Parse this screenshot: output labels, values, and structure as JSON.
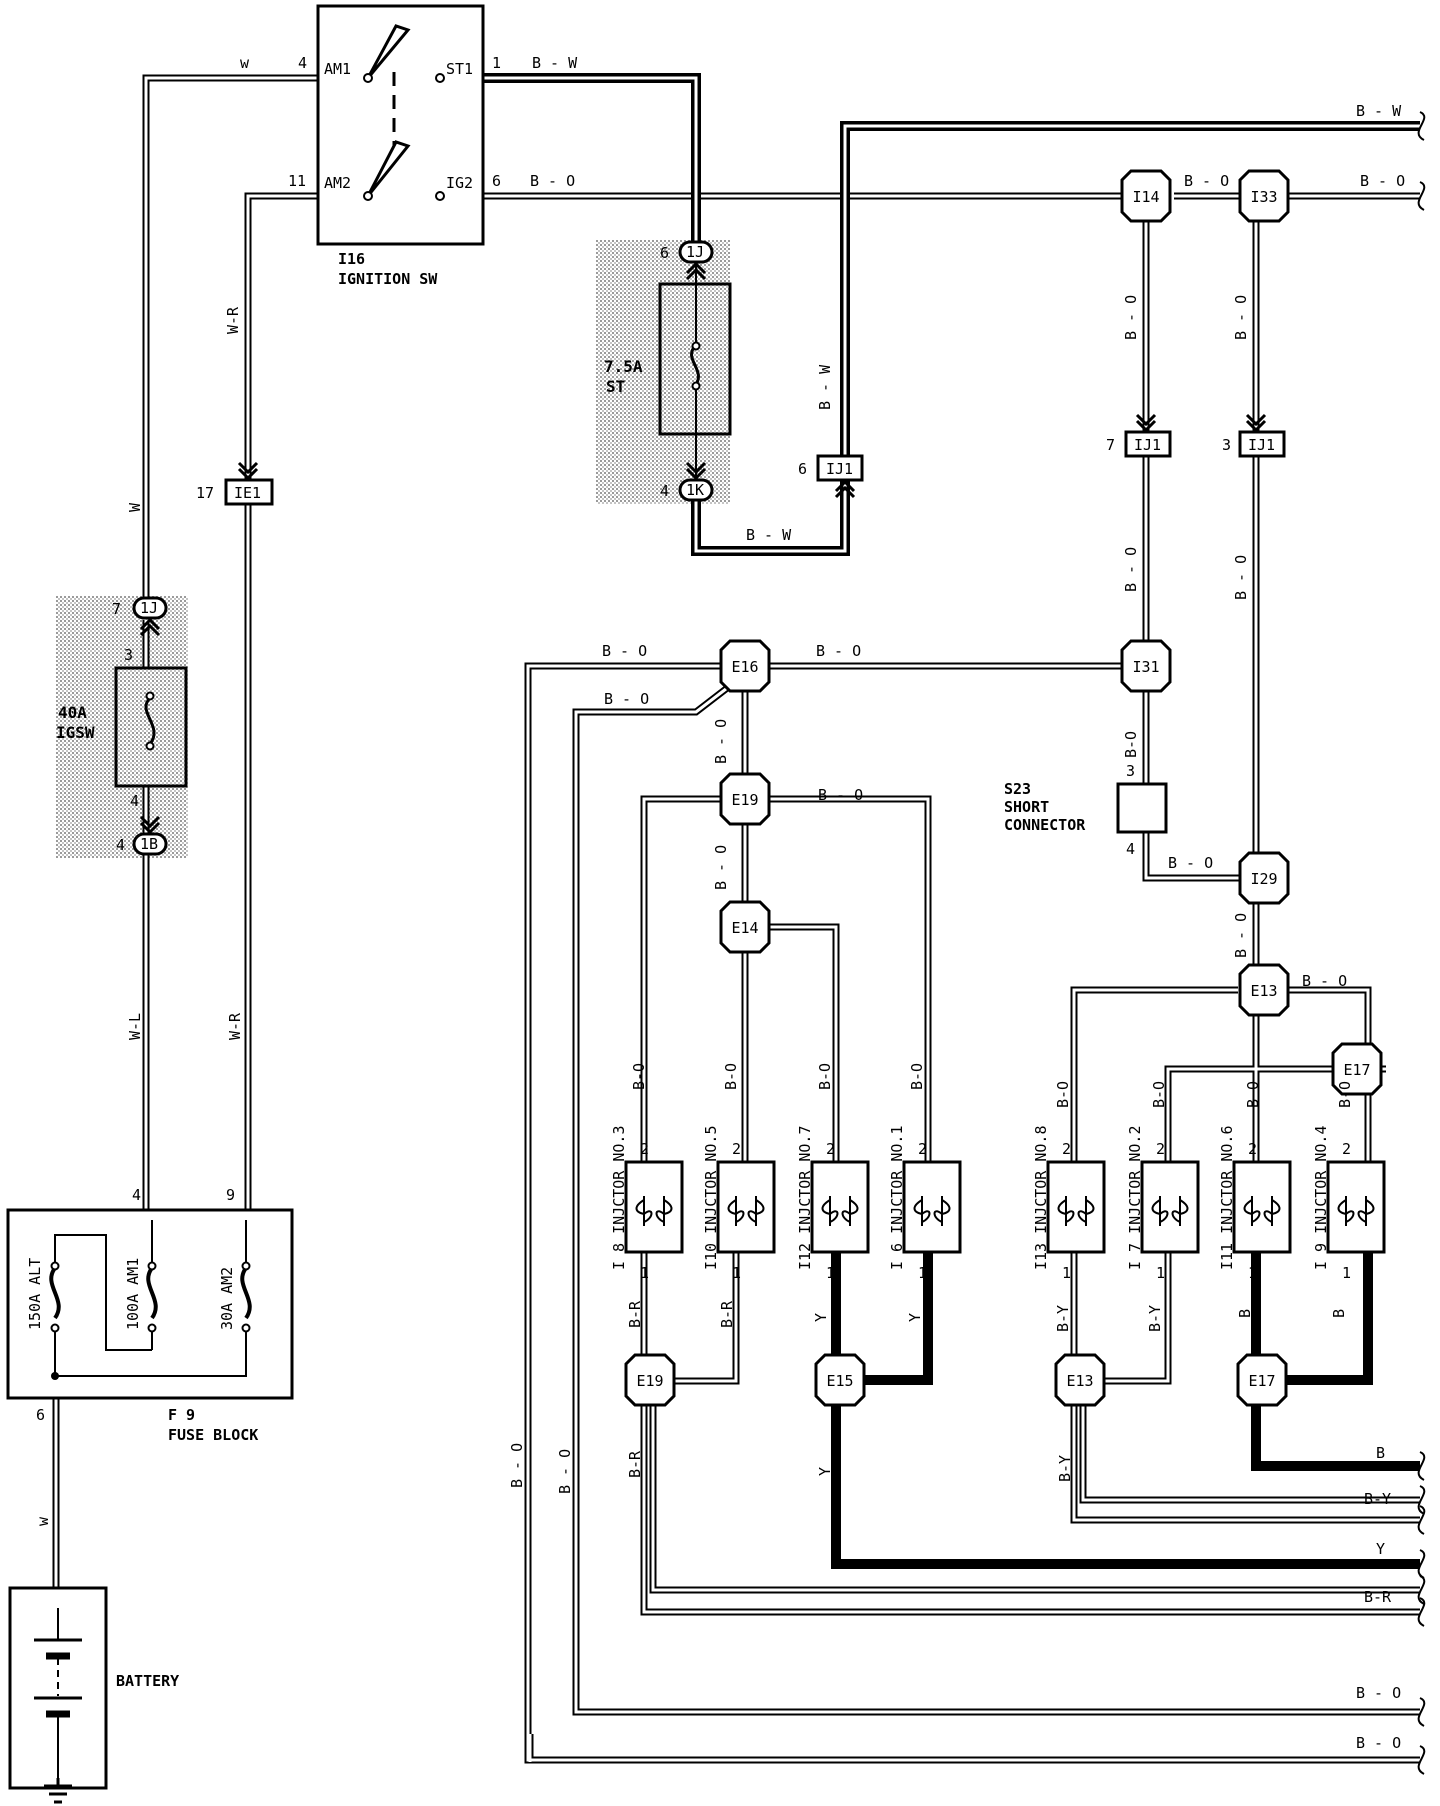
{
  "wire_colors": {
    "b_w": "B - W",
    "b_o": "B - O",
    "b_o_short": "B-O",
    "w_lower": "w",
    "w_upper": "W",
    "w_r": "W-R",
    "w_l": "W-L",
    "b_r": "B-R",
    "b_y": "B-Y",
    "y": "Y",
    "b": "B"
  },
  "ignition_switch": {
    "id": "I16",
    "name": "IGNITION SW",
    "terminals": [
      "AM1",
      "AM2",
      "ST1",
      "IG2"
    ],
    "pins": {
      "am1": "4",
      "am2": "11",
      "st1": "1",
      "ig2": "6"
    }
  },
  "fuse_st": {
    "amp": "7.5A",
    "name": "ST",
    "top_conn": "1J",
    "top_pin": "6",
    "bot_conn": "1K",
    "bot_pin": "4"
  },
  "fuse_igsw": {
    "amp": "40A",
    "name": "IGSW",
    "top_conn": "1J",
    "top_pin": "7",
    "in_pin": "3",
    "out_pin": "4",
    "bot_conn": "1B",
    "bot_pin": "4"
  },
  "fuse_block": {
    "id": "F 9",
    "name": "FUSE BLOCK",
    "fuses": [
      "150A ALT",
      "100A AM1",
      "30A AM2"
    ],
    "pins": {
      "left": "4",
      "right": "9",
      "bottom": "6"
    }
  },
  "connectors": {
    "ie1": {
      "name": "IE1",
      "pin": "17"
    },
    "ij1_a": {
      "name": "IJ1",
      "pin": "6"
    },
    "ij1_b": {
      "name": "IJ1",
      "pin": "7"
    },
    "ij1_c": {
      "name": "IJ1",
      "pin": "3"
    }
  },
  "junctions": {
    "i14": "I14",
    "i33": "I33",
    "i31": "I31",
    "i29": "I29",
    "e16": "E16",
    "e19_top": "E19",
    "e14": "E14",
    "e13_top": "E13",
    "e17_top": "E17",
    "e19_bot": "E19",
    "e15": "E15",
    "e13_bot": "E13",
    "e17_bot": "E17"
  },
  "short_connector": {
    "id": "S23",
    "line1": "SHORT",
    "line2": "CONNECTOR",
    "pin_top": "3",
    "pin_bot": "4"
  },
  "injectors": [
    {
      "label": "I 8 INJCTOR NO.3",
      "pin_top": "2",
      "pin_bot": "1"
    },
    {
      "label": "I10 INJCTOR NO.5",
      "pin_top": "2",
      "pin_bot": "1"
    },
    {
      "label": "I12 INJCTOR NO.7",
      "pin_top": "2",
      "pin_bot": "1"
    },
    {
      "label": "I 6 INJCTOR NO.1",
      "pin_top": "2",
      "pin_bot": "1"
    },
    {
      "label": "I13 INJCTOR NO.8",
      "pin_top": "2",
      "pin_bot": "1"
    },
    {
      "label": "I 7 INJCTOR NO.2",
      "pin_top": "2",
      "pin_bot": "1"
    },
    {
      "label": "I11 INJCTOR NO.6",
      "pin_top": "2",
      "pin_bot": "1"
    },
    {
      "label": "I 9 INJCTOR NO.4",
      "pin_top": "2",
      "pin_bot": "1"
    }
  ],
  "battery": {
    "name": "BATTERY"
  },
  "colors": {
    "ink": "#000000",
    "paper": "#ffffff",
    "shade": "#d8d8d8"
  }
}
